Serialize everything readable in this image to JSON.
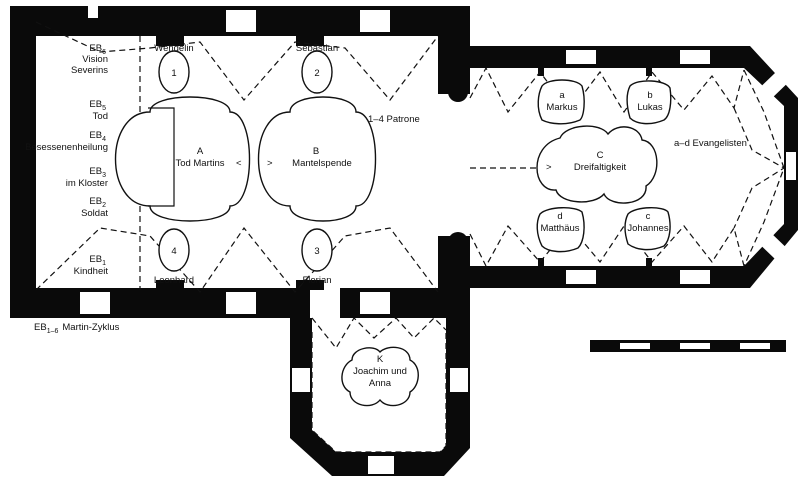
{
  "nave": {
    "eb6": {
      "code": "EB",
      "sub": "6",
      "lines": [
        "Vision",
        "Severins"
      ]
    },
    "eb5": {
      "code": "EB",
      "sub": "5",
      "lines": [
        "Tod"
      ]
    },
    "eb4": {
      "code": "EB",
      "sub": "4",
      "lines": [
        "Besessenenheilung"
      ]
    },
    "eb3": {
      "code": "EB",
      "sub": "3",
      "lines": [
        "im Kloster"
      ]
    },
    "eb2": {
      "code": "EB",
      "sub": "2",
      "lines": [
        "Soldat"
      ]
    },
    "eb1": {
      "code": "EB",
      "sub": "1",
      "lines": [
        "Kindheit"
      ]
    },
    "cycle": {
      "code": "EB",
      "sub": "1–6",
      "text": "Martin-Zyklus"
    },
    "patrons": {
      "p1": {
        "num": "1",
        "name": "Wendelin"
      },
      "p2": {
        "num": "2",
        "name": "Sebastian"
      },
      "p3": {
        "num": "3",
        "name": "Florian"
      },
      "p4": {
        "num": "4",
        "name": "Leonhard"
      },
      "legend": "1–4  Patrone"
    },
    "panelA": {
      "letter": "A",
      "title": "Tod Martins",
      "arrow": "<"
    },
    "panelB": {
      "letter": "B",
      "title": "Mantelspende",
      "arrow": ">"
    }
  },
  "choir": {
    "panelC": {
      "letter": "C",
      "title": "Dreifaltigkeit",
      "arrow": ">"
    },
    "evangelists": {
      "a": {
        "letter": "a",
        "name": "Markus"
      },
      "b": {
        "letter": "b",
        "name": "Lukas"
      },
      "c": {
        "letter": "c",
        "name": "Johannes"
      },
      "d": {
        "letter": "d",
        "name": "Matthäus"
      },
      "legend": "a–d  Evangelisten"
    }
  },
  "chapel": {
    "panelK": {
      "letter": "K",
      "lines": [
        "Joachim und",
        "Anna"
      ]
    }
  },
  "colors": {
    "wall": "#0a0a0a",
    "line": "#111111",
    "paper": "#ffffff"
  }
}
